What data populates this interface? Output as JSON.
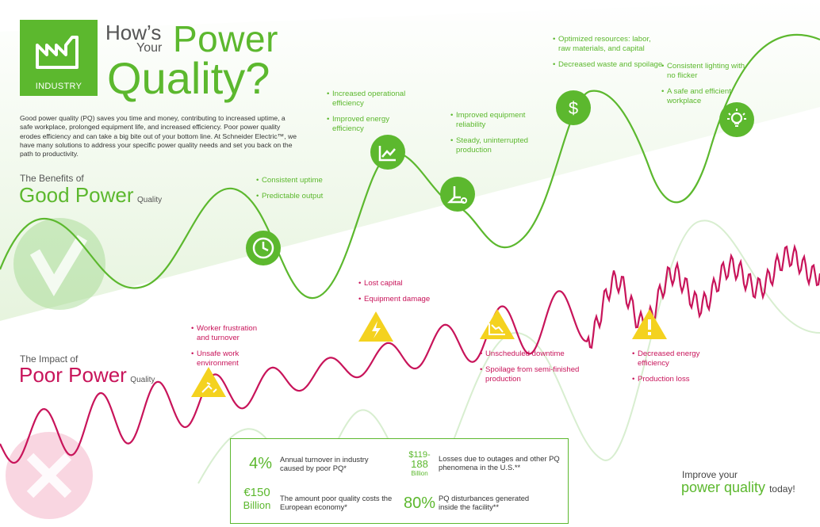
{
  "header": {
    "logo_label": "INDUSTRY",
    "title_hows": "How’s",
    "title_your": "Your",
    "title_power": "Power",
    "title_quality": "Quality?"
  },
  "intro": "Good power quality (PQ) saves you time and money, contributing to increased uptime, a safe workplace, prolonged equipment life, and increased efficiency. Poor power quality erodes efficiency and can take a big bite out of your bottom line. At Schneider Electric™, we have many solutions to address your specific power quality needs and set you back on the path to productivity.",
  "good": {
    "small": "The Benefits of",
    "big": "Good Power",
    "tail": "Quality",
    "groups": [
      [
        "Consistent uptime",
        "Predictable output"
      ],
      [
        "Increased operational efficiency",
        "Improved energy efficiency"
      ],
      [
        "Improved equipment reliability",
        "Steady, uninterrupted production"
      ],
      [
        "Optimized resources: labor, raw materials, and capital",
        "Decreased waste and spoilage"
      ],
      [
        "Consistent lighting with no flicker",
        "A safe and efficient workplace"
      ]
    ],
    "color": "#5cb82e"
  },
  "poor": {
    "small": "The Impact of",
    "big": "Poor Power",
    "tail": "Quality",
    "groups": [
      [
        "Worker frustration and turnover",
        "Unsafe work environment"
      ],
      [
        "Lost capital",
        "Equipment damage"
      ],
      [
        "Unscheduled downtime",
        "Spoilage from semi-finished production"
      ],
      [
        "Decreased energy efficiency",
        "Production loss"
      ]
    ],
    "color": "#c8145a"
  },
  "icons": {
    "good": [
      "clock-icon",
      "growth-chart-icon",
      "valve-icon",
      "dollar-icon",
      "lightbulb-icon"
    ],
    "poor": [
      "slip-hazard-icon",
      "electric-hazard-icon",
      "downtrend-icon",
      "exclamation-icon"
    ]
  },
  "stats": [
    {
      "num": "4%",
      "text": "Annual turnover in industry caused by poor PQ*"
    },
    {
      "num_top": "$119-",
      "num_mid": "188",
      "num_bottom": "Billion",
      "text": "Losses due to outages and other PQ phenomena in the U.S.**"
    },
    {
      "num_top": "€150",
      "num_bottom": "Billion",
      "text": "The amount poor quality costs the European economy*"
    },
    {
      "num": "80%",
      "text": "PQ disturbances generated inside the facility**"
    }
  ],
  "cta": {
    "line1": "Improve your",
    "line2": "power quality",
    "line3": "today!"
  }
}
